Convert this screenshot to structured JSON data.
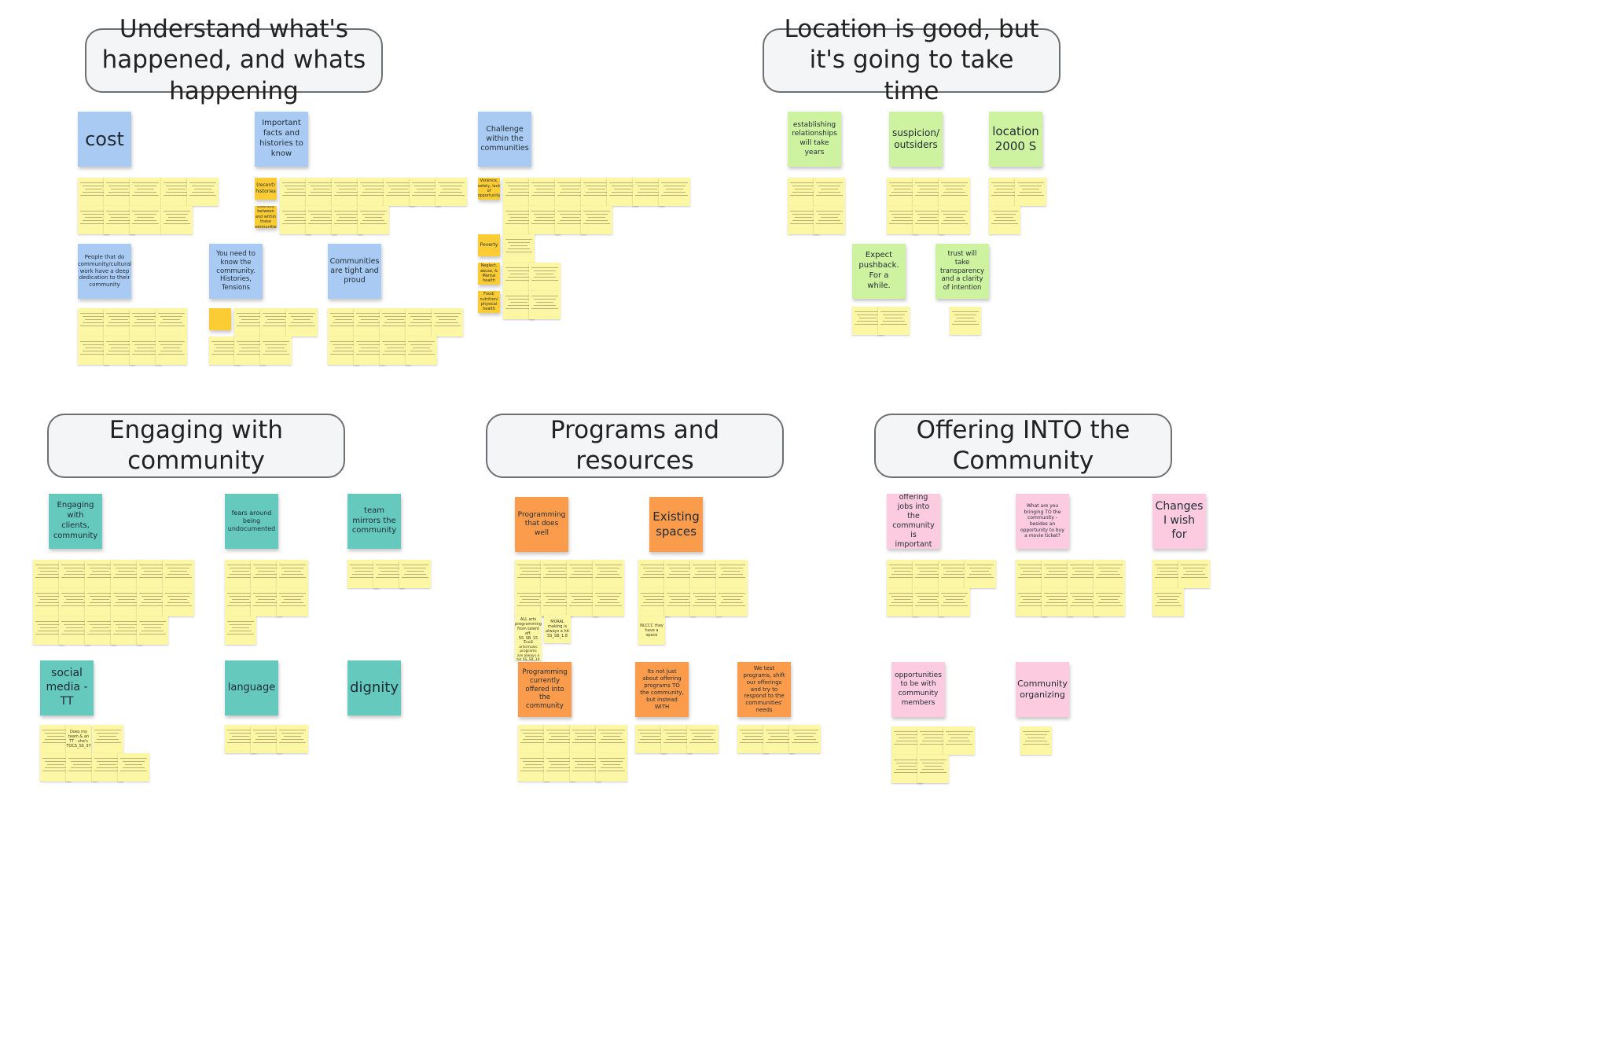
{
  "clusters": [
    {
      "title": "Understand what's happened, and whats happening"
    },
    {
      "title": "Location is good, but it's going to take time"
    },
    {
      "title": "Engaging with community"
    },
    {
      "title": "Programs and resources"
    },
    {
      "title": "Offering INTO the Community"
    }
  ],
  "notes": {
    "cost": "cost",
    "important_facts": "Important facts and histories to know",
    "challenge_communities": "Challenge within the communities",
    "people_dedication": "People that do community/cultural work have a deep dedication to their community",
    "need_to_know": "You need to know the community. Histories, Tensions",
    "tight_proud": "Communities are tight and proud",
    "recent_histories": "(recent) histories",
    "diversity": "diversity between and within these communities",
    "violence": "Violence, safety, lack of opportunity",
    "poverty": "Poverty",
    "neglect": "Neglect, abuse, & Mental health",
    "food": "Food/ nutrition/ physical health",
    "establishing": "establishing relationships will take years",
    "suspicion": "suspicion/ outsiders",
    "location_2000s": "location 2000 S",
    "expect_pushback": "Expect pushback. For a while.",
    "trust": "trust will take transparency and a clarity of intention",
    "engaging_clients": "Engaging with clients, community",
    "fears": "fears around being undocumented",
    "team_mirrors": "team mirrors the community",
    "social_media": "social media - TT",
    "language": "language",
    "dignity": "dignity",
    "programming_well": "Programming that does well",
    "existing_spaces": "Existing spaces",
    "programming_currently": "Programming currently offered into the community",
    "not_just_about": "Its not just about offering programs TO the community, but instead WITH",
    "we_test": "We test programs, shift our offerings and try to respond to the communities' needs",
    "offering_jobs": "offering jobs into the community is important",
    "what_are_you": "What are you bringing TO the community - besides an opportunity to buy a movie ticket?",
    "changes_wish": "Changes I wish for",
    "opportunities": "opportunities to be with community members",
    "community_organizing": "Community organizing"
  },
  "small_notes": {
    "all_arts": "ALL arts programming from talent aff. SS_SB_15",
    "snow": "Snow arts/music programs are always a hit SS_SB_14",
    "mural": "MURAL making is always a hit SS_SB_1.8",
    "nlccc": "NLCCC they have a space",
    "does_my_team": "Does my team & an TT - she's TOCS_SS_37"
  },
  "colors": {
    "title_border": "#6f6f6f",
    "title_fill": "#f4f5f6",
    "blue": "#a9cbf3",
    "green": "#cdf3a1",
    "teal": "#66c9be",
    "orange": "#fb9c4d",
    "pink": "#fccbe0",
    "gold": "#fbcc34",
    "yellow": "#fcf7a5"
  }
}
